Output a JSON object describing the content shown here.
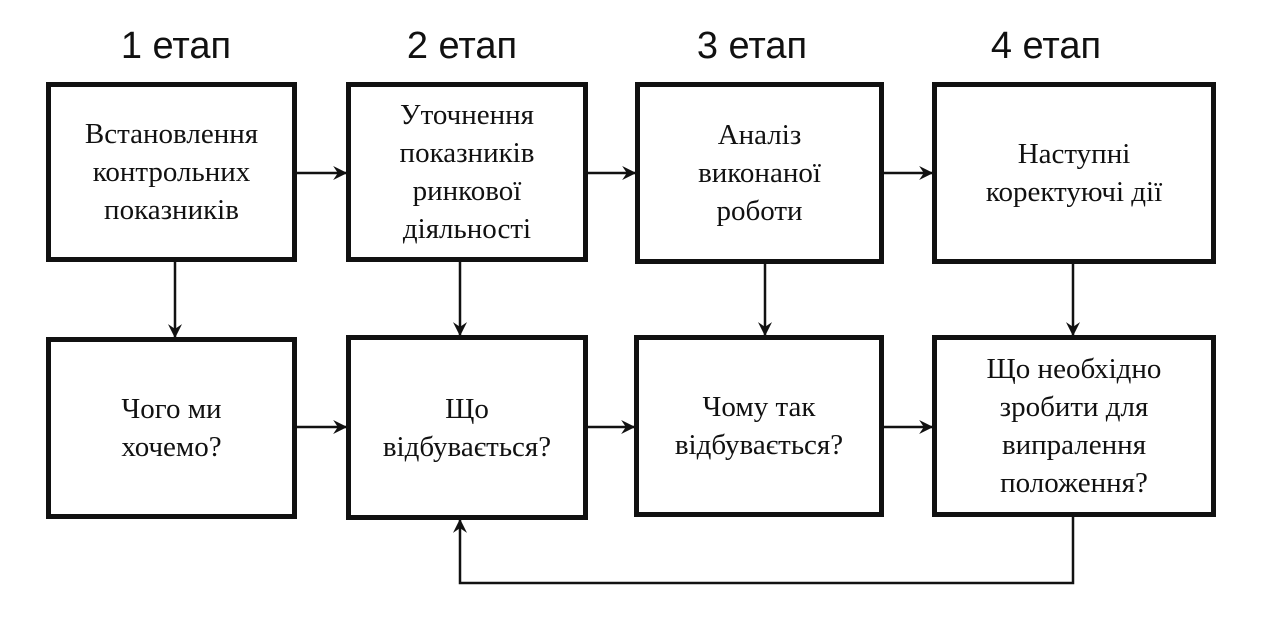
{
  "stages": [
    "1 етап",
    "2 етап",
    "3 етап",
    "4 етап"
  ],
  "top_boxes": [
    {
      "lines": [
        "Встановлення",
        "контрольних",
        "показників"
      ]
    },
    {
      "lines": [
        "Уточнення",
        "показників",
        "ринкової",
        "діяльності"
      ]
    },
    {
      "lines": [
        "Аналіз",
        "виконаної",
        "роботи"
      ]
    },
    {
      "lines": [
        "Наступні",
        "коректуючі дії"
      ]
    }
  ],
  "bottom_boxes": [
    {
      "lines": [
        "Чого ми",
        "хочемо?"
      ]
    },
    {
      "lines": [
        "Що",
        "відбувається?"
      ]
    },
    {
      "lines": [
        "Чому так",
        "відбувається?"
      ]
    },
    {
      "lines": [
        "Що необхідно",
        "зробити для",
        "випралення",
        "положення?"
      ]
    }
  ],
  "colors": {
    "ink": "#111111",
    "background": "#ffffff"
  }
}
